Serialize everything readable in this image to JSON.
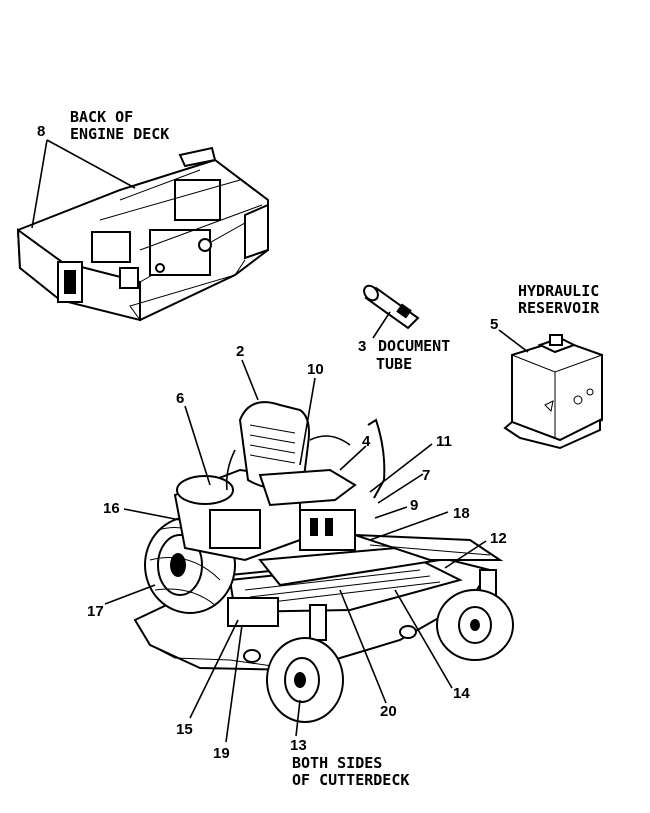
{
  "texts": {
    "back_of_engine_deck_1": "BACK OF",
    "back_of_engine_deck_2": "ENGINE DECK",
    "document_tube_1": "DOCUMENT",
    "document_tube_2": "TUBE",
    "hydraulic_reservoir_1": "HYDRAULIC",
    "hydraulic_reservoir_2": "RESERVOIR",
    "both_sides_1": "BOTH SIDES",
    "both_sides_2": "OF CUTTERDECK"
  },
  "callouts": [
    "2",
    "3",
    "4",
    "5",
    "6",
    "7",
    "8",
    "9",
    "10",
    "11",
    "12",
    "13",
    "14",
    "15",
    "16",
    "17",
    "18",
    "19",
    "20"
  ]
}
